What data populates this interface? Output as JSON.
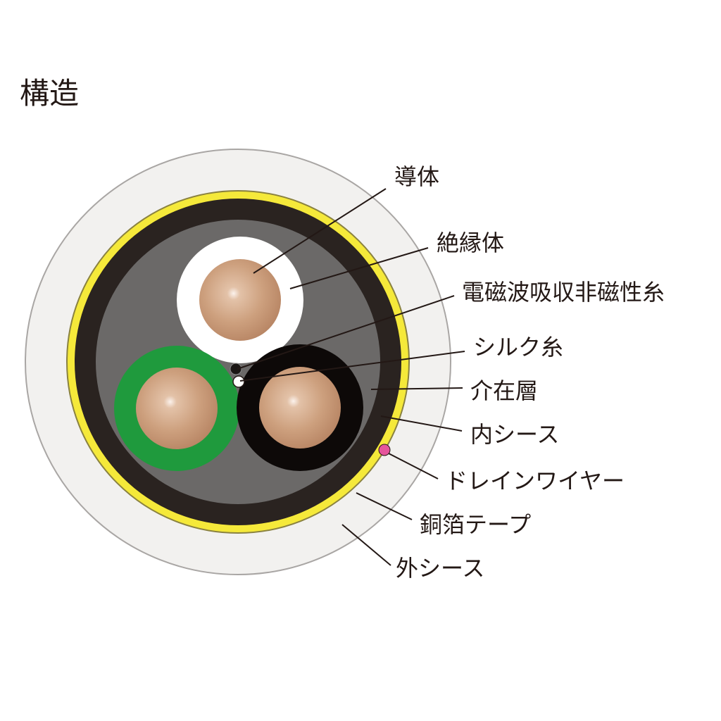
{
  "title": "構造",
  "labels": {
    "conductor": "導体",
    "insulation": "絶縁体",
    "em_absorbing_thread": "電磁波吸収非磁性糸",
    "silk_thread": "シルク糸",
    "filler_layer": "介在層",
    "inner_sheath": "内シース",
    "drain_wire": "ドレインワイヤー",
    "copper_foil_tape": "銅箔テープ",
    "outer_sheath": "外シース"
  },
  "colors": {
    "outer_sheath": "#f2f1ef",
    "copper_tape": "#f5e93a",
    "inner_sheath": "#2a2320",
    "filler": "#6b6968",
    "conductor": "#c79a7a",
    "insulation_white": "#ffffff",
    "insulation_green": "#1f9a3d",
    "insulation_black": "#0d0908",
    "drain_wire": "#e5559b",
    "leader_line": "#231815"
  }
}
